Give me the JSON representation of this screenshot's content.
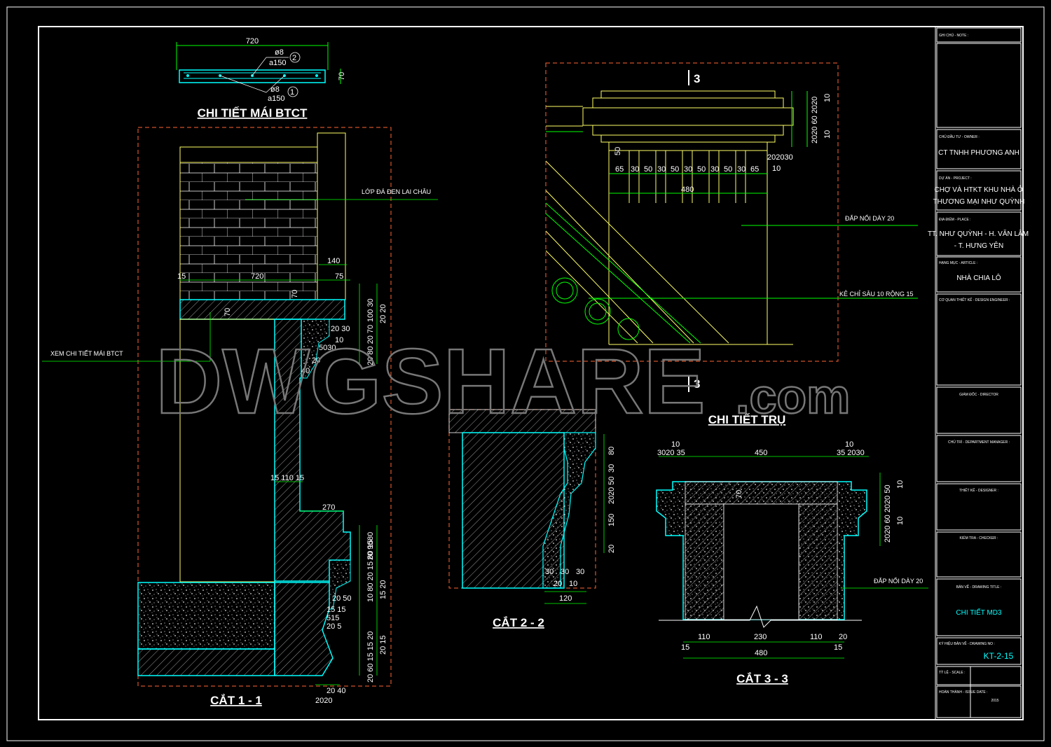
{
  "watermark": {
    "main": "DWGSHARE",
    "suffix": ".com"
  },
  "titles": {
    "roof_detail": "CHI TIẾT MÁI BTCT",
    "pillar_detail": "CHI TIẾT TRỤ",
    "section_11": "CẮT 1 - 1",
    "section_22": "CẮT 2 - 2",
    "section_33": "CẮT 3 - 3"
  },
  "markers": {
    "section_3_top": "3",
    "section_3_bottom": "3"
  },
  "notes": {
    "stone_layer": "LỚP ĐÁ ĐEN LAI CHÂU",
    "see_roof_detail": "XEM CHI TIẾT MÁI BTCT",
    "stucco_20_top": "ĐẮP NỔI DÀY 20",
    "groove": "KẺ CHỈ SÂU 10 RỘNG 15",
    "stucco_20_bottom": "ĐẮP NỔI DÀY 20"
  },
  "roof_detail": {
    "width": "720",
    "height": "70",
    "rebar_top": {
      "dia": "ø8",
      "spacing": "a150",
      "tag": "2"
    },
    "rebar_bottom": {
      "dia": "ø8",
      "spacing": "a150",
      "tag": "1"
    }
  },
  "pillar_detail": {
    "bottom_dims": [
      "65",
      "30",
      "50",
      "30",
      "50",
      "30",
      "50",
      "30",
      "50",
      "30",
      "65"
    ],
    "total": "480",
    "dim_50": "50",
    "right_small": [
      "20",
      "20",
      "30"
    ],
    "right_10": "10",
    "right_vertical": "2020 60 2020",
    "right_vertical_10a": "10",
    "right_vertical_10b": "10"
  },
  "section_11": {
    "d140": "140",
    "d15": "15",
    "d720": "720",
    "d75": "75",
    "d70a": "70",
    "d70b": "70",
    "right_top": "100 30",
    "right_top2": "20 20",
    "d2030": "20 30",
    "d10": "10",
    "d5030": "5030",
    "d20": "20",
    "d40": "40",
    "right_mid": "20 80 20 70",
    "d151015": "15 110 15",
    "d270": "270",
    "right_low": "80",
    "right_low2": "20 90",
    "right_low3": "10 80 20 15 60 15",
    "right_low4": "15 20",
    "d2050": "20 50",
    "d1515": "15 15",
    "d515": "515",
    "d205": "20 5",
    "bottom_right": "20 60 15 15 20",
    "bottom_right2": "20 15",
    "bottom": "2020",
    "bottom2": "20 40"
  },
  "section_22": {
    "right": [
      "80",
      "30",
      "20 50",
      "20",
      "150",
      "20"
    ],
    "bottom_small": [
      "30",
      "30",
      "30"
    ],
    "bottom_mid": [
      "20",
      "10"
    ],
    "total": "120"
  },
  "section_33": {
    "top_left": "3020 35",
    "top_left_10": "10",
    "top_mid": "450",
    "top_right": "35 2030",
    "top_right_10": "10",
    "d70": "70",
    "right": "2020 60 2020 50",
    "right_10a": "10",
    "right_10b": "10",
    "bottom": [
      "110",
      "230",
      "110"
    ],
    "bottom_20": "20",
    "d15a": "15",
    "d15b": "15",
    "total": "480"
  },
  "title_block": {
    "note_label": "GHI CHÚ - NOTE :",
    "owner_label": "CHỦ ĐẦU TƯ - OWNER :",
    "owner": "CT TNHH PHƯƠNG ANH",
    "project_label": "DỰ ÁN - PROJECT :",
    "project_1": "CHỢ VÀ HTKT KHU NHÀ Ở",
    "project_2": "THƯƠNG MẠI NHƯ QUỲNH",
    "place_label": "ĐỊA ĐIỂM - PLACE :",
    "place_1": "TT. NHƯ QUỲNH - H. VĂN LÂM",
    "place_2": "- T. HƯNG YÊN",
    "article_label": "HẠNG MỤC - ARTICLE :",
    "article": "NHÀ CHIA LÔ",
    "designer_org_label": "CƠ QUAN THIẾT KẾ - DESIGN ENGINEER :",
    "director_label": "GIÁM ĐỐC - DIRECTOR",
    "manager_label": "CHỦ TRÌ - DEPARTMENT MANAGER :",
    "designer_label": "THIẾT KẾ - DESIGNER :",
    "checker_label": "KIỂM TRA - CHECKER :",
    "drawing_title_label": "BẢN VẼ - DRAWING TITLE :",
    "drawing_title": "CHI TIẾT MD3",
    "drawing_no_label": "KÝ HIỆU BẢN VẼ - DRAWING NO :",
    "drawing_no": "KT-2-15",
    "scale_label": "TỶ LỆ - SCALE :",
    "date_label": "HOÀN THÀNH - ISSUE DATE :",
    "date_value": "2015"
  },
  "colors": {
    "background": "#000000",
    "frame": "#ffffff",
    "outline": "#ffff66",
    "dimension": "#00ff00",
    "section": "#00ffff",
    "hidden": "#ff6633",
    "hatch": "#999999",
    "drawing_title": "#00ffff"
  }
}
